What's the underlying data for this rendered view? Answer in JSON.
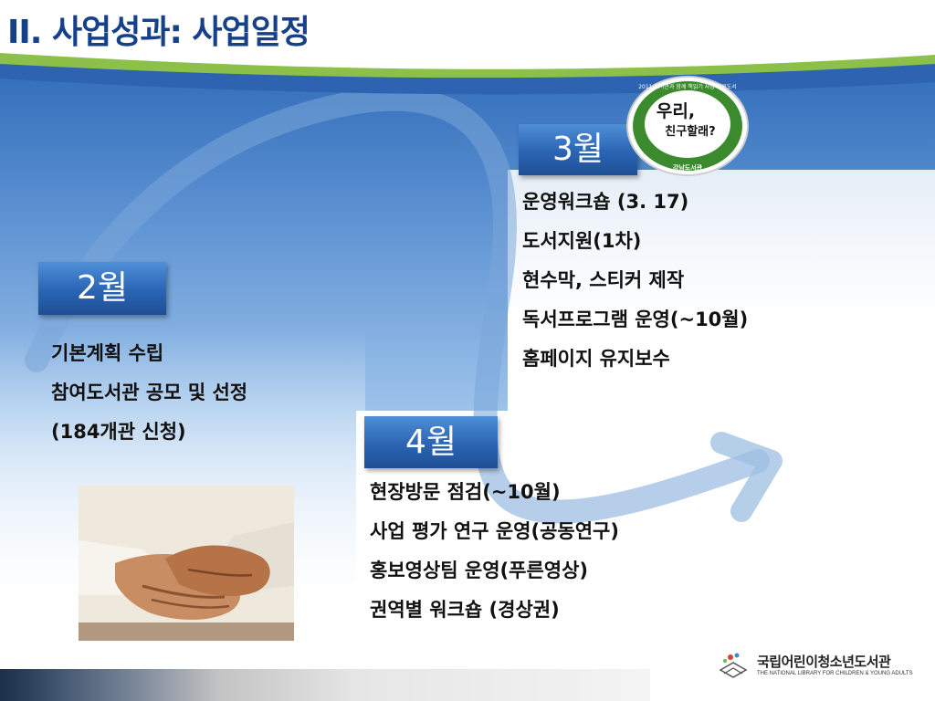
{
  "slide": {
    "title": "II. 사업성과: 사업일정"
  },
  "months": [
    {
      "label": "2월",
      "items": [
        "기본계획 수립",
        "참여도서관 공모 및 선정",
        "(184개관 신청)"
      ]
    },
    {
      "label": "3월",
      "items": [
        "운영워크숍 (3. 17)",
        "도서지원(1차)",
        "현수막, 스티커 제작",
        "독서프로그램 운영(~10월)",
        "홈페이지 유지보수"
      ]
    },
    {
      "label": "4월",
      "items": [
        "현장방문 점검(~10월)",
        "사업 평가 연구 운영(공동연구)",
        "홍보영상팀 운영(푸른영상)",
        "권역별 워크숍 (경상권)"
      ]
    }
  ],
  "badge": {
    "ring_text": "2011 도서관과 함께 책읽기 사업 지원도서",
    "main_line1": "우리,",
    "main_line2": "친구할래?",
    "bottom": "강남도서관"
  },
  "logo": {
    "name": "국립어린이청소년도서관",
    "sub": "THE NATIONAL LIBRARY FOR CHILDREN & YOUNG ADULTS"
  },
  "colors": {
    "title": "#17408b",
    "month_box": "#2a64b3",
    "badge_green": "#3c8a2e"
  },
  "icons": {
    "arrow": "curved-arrow-icon",
    "photo": "handshake-photo",
    "logo_mark": "library-logo-icon"
  }
}
